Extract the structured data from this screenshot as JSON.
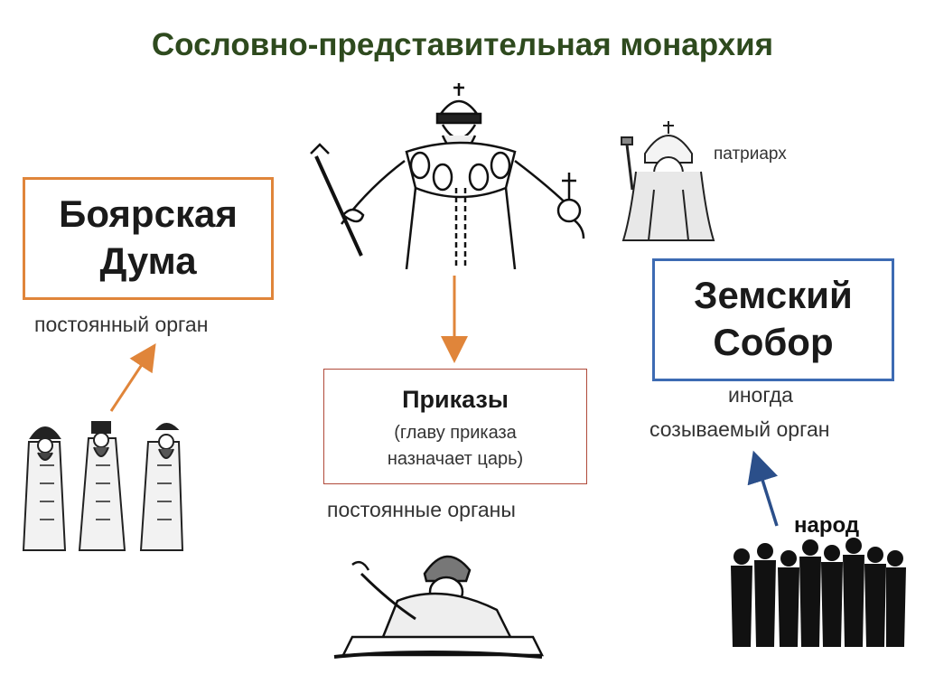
{
  "title": "Сословно-представительная монархия",
  "duma": {
    "line1": "Боярская",
    "line2": "Дума",
    "caption": "постоянный орган"
  },
  "zemsky": {
    "line1": "Земский",
    "line2": "Собор",
    "caption1": "иногда",
    "caption2": "созываемый орган"
  },
  "prikazy": {
    "title": "Приказы",
    "note1": "(главу приказа",
    "note2": "назначает царь)",
    "caption": "постоянные органы"
  },
  "patriarch": "патриарх",
  "people": "народ",
  "colors": {
    "title": "#2e4a1e",
    "duma_border": "#e0853a",
    "zemsky_border": "#3d6bb3",
    "prikazy_border": "#b04a3a",
    "arrow_orange": "#e0853a",
    "arrow_blue": "#2b4f8a"
  }
}
